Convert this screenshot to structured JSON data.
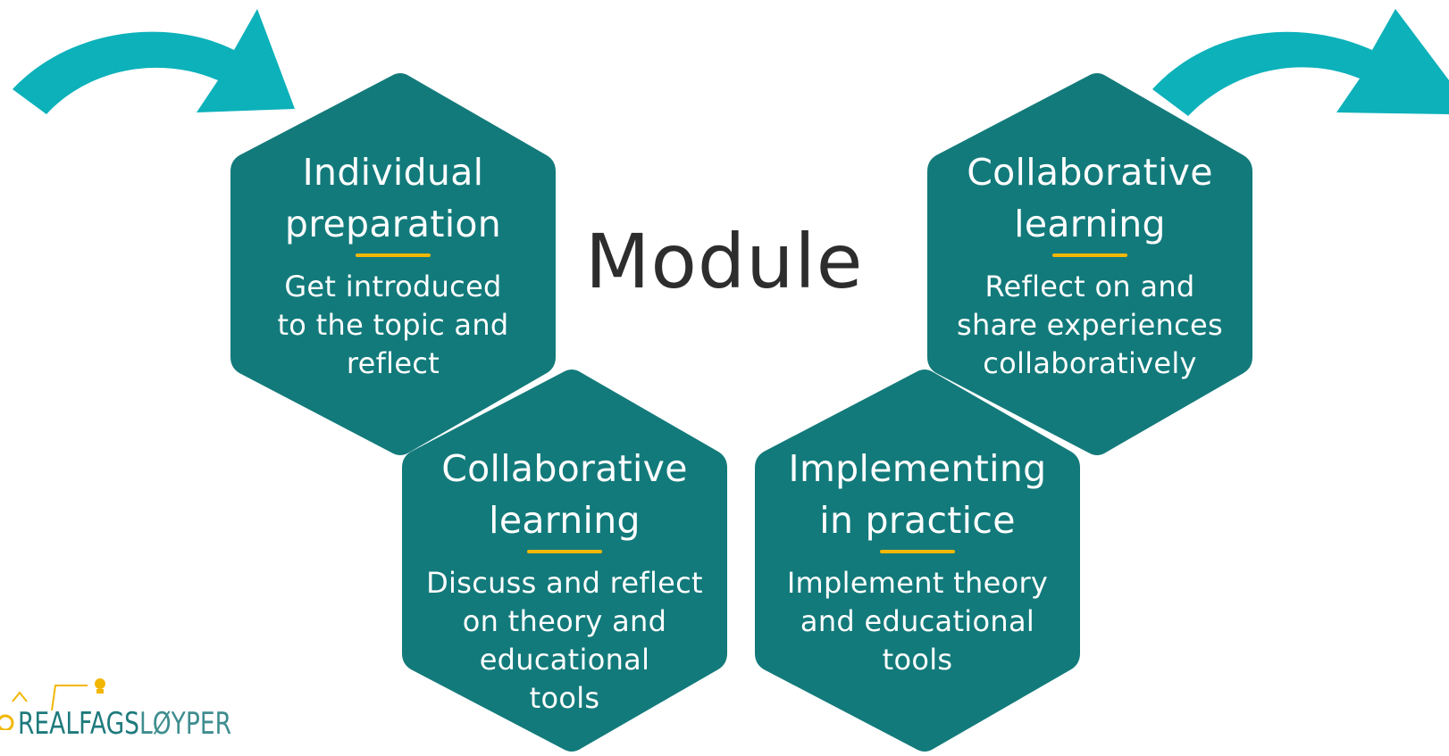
{
  "diagram": {
    "center_label": "Module",
    "colors": {
      "hexagon_fill": "#137a7b",
      "divider": "#f2b705",
      "arrow": "#0cb1ba",
      "center_text": "#2d2d2d",
      "hex_text": "#ffffff"
    },
    "steps": [
      {
        "title_line1": "Individual",
        "title_line2": "preparation",
        "desc_line1": "Get introduced",
        "desc_line2": "to the topic and",
        "desc_line3": "reflect"
      },
      {
        "title_line1": "Collaborative",
        "title_line2": "learning",
        "desc_line1": "Discuss and reflect",
        "desc_line2": "on theory and",
        "desc_line3": "educational",
        "desc_line4": "tools"
      },
      {
        "title_line1": "Implementing",
        "title_line2": "in practice",
        "desc_line1": "Implement theory",
        "desc_line2": "and educational",
        "desc_line3": "tools"
      },
      {
        "title_line1": "Collaborative",
        "title_line2": "learning",
        "desc_line1": "Reflect on and",
        "desc_line2": "share experiences",
        "desc_line3": "collaboratively"
      }
    ],
    "arrows": [
      {
        "icon": "curved-arrow-right-icon"
      },
      {
        "icon": "curved-arrow-right-icon"
      }
    ]
  },
  "logo": {
    "text_a": "REALFAGS",
    "text_b": "LØYPER",
    "icon": "lightbulb-logo-icon"
  }
}
